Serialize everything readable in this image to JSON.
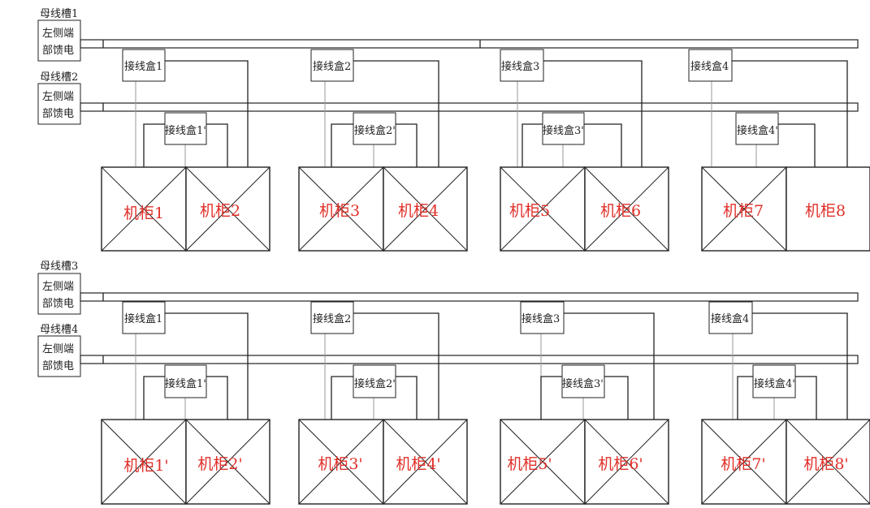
{
  "sections": [
    {
      "busbars": [
        {
          "name": "母线槽1",
          "feed_top": "左侧端",
          "feed_bottom": "部馈电"
        },
        {
          "name": "母线槽2",
          "feed_top": "左侧端",
          "feed_bottom": "部馈电"
        }
      ],
      "boxes_upper": [
        "接线盒1",
        "接线盒2",
        "接线盒3",
        "接线盒4"
      ],
      "boxes_lower": [
        "接线盒1'",
        "接线盒2'",
        "接线盒3'",
        "接线盒4'"
      ],
      "cabinets": [
        "机柜1",
        "机柜2",
        "机柜3",
        "机柜4",
        "机柜5",
        "机柜6",
        "机柜7",
        "机柜8"
      ]
    },
    {
      "busbars": [
        {
          "name": "母线槽3",
          "feed_top": "左侧端",
          "feed_bottom": "部馈电"
        },
        {
          "name": "母线槽4",
          "feed_top": "左侧端",
          "feed_bottom": "部馈电"
        }
      ],
      "boxes_upper": [
        "接线盒1",
        "接线盒2",
        "接线盒3",
        "接线盒4"
      ],
      "boxes_lower": [
        "接线盒1'",
        "接线盒2'",
        "接线盒3'",
        "接线盒4'"
      ],
      "cabinets": [
        "机柜1'",
        "机柜2'",
        "机柜3'",
        "机柜4'",
        "机柜5'",
        "机柜6'",
        "机柜7'",
        "机柜8'"
      ]
    }
  ],
  "colors": {
    "cabinet_label": "#e0302a",
    "line": "#222222"
  }
}
